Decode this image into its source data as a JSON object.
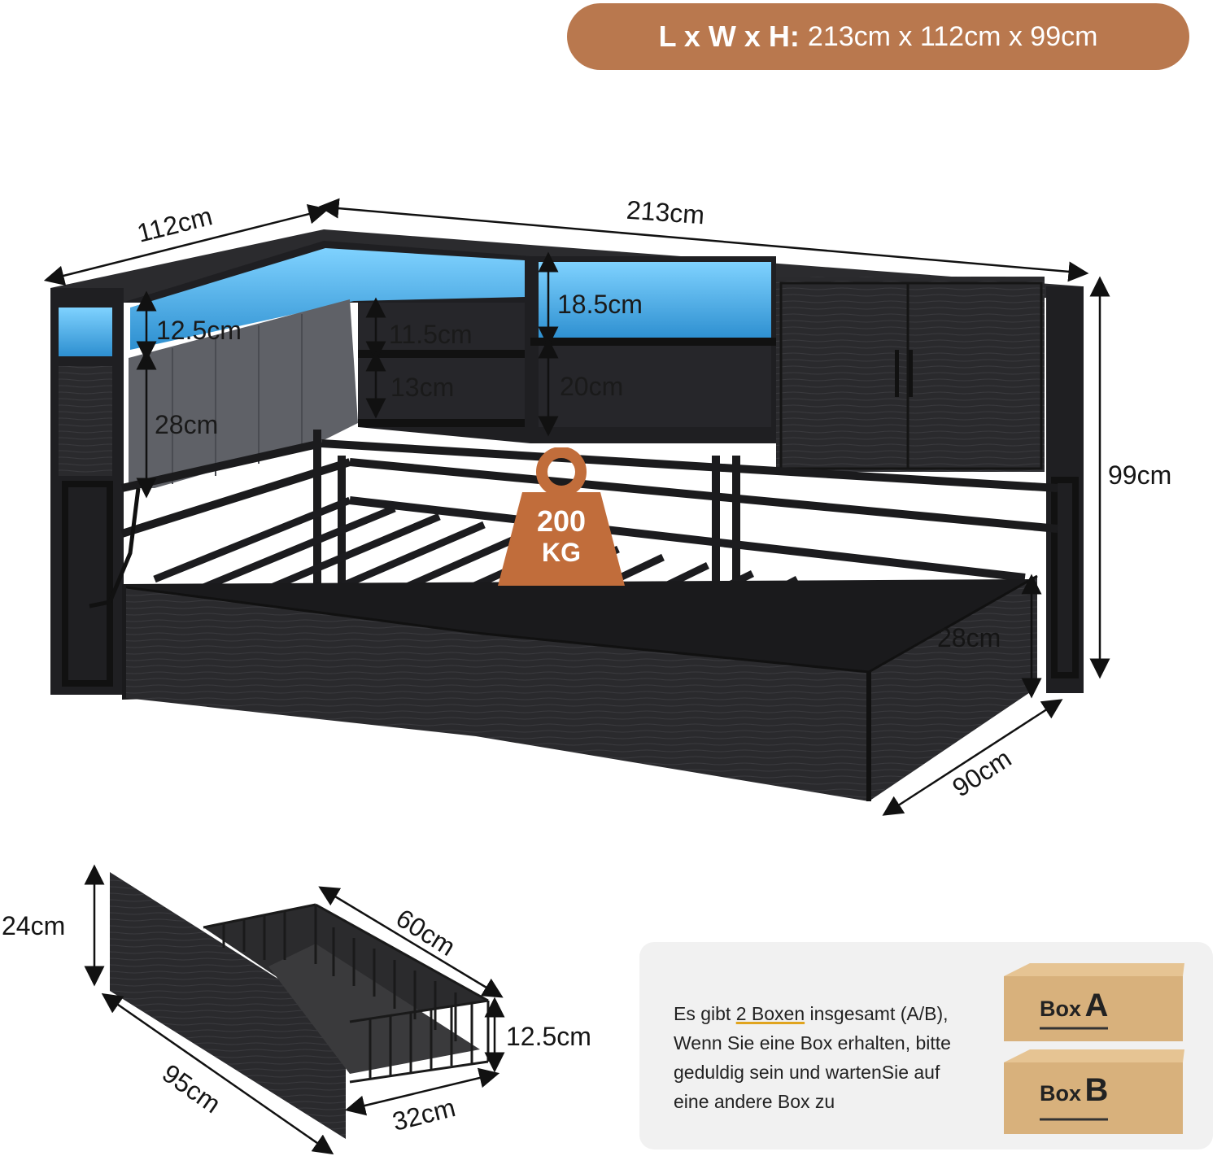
{
  "header": {
    "label": "L x W x H:",
    "value": "213cm x 112cm x 99cm"
  },
  "bed_dimensions": {
    "depth": "112cm",
    "length": "213cm",
    "height": "99cm",
    "drawer_front_width": "90cm",
    "side_height": "28cm",
    "headboard_height": "28cm",
    "top_shelf_height": "12.5cm",
    "small_shelf_upper": "11.5cm",
    "small_shelf_lower": "13cm",
    "upper_shelf": "18.5cm",
    "lower_shelf": "20cm"
  },
  "load": {
    "value": "200",
    "unit": "KG"
  },
  "drawer": {
    "height": "24cm",
    "depth": "60cm",
    "inner_height": "12.5cm",
    "length": "95cm",
    "width": "32cm"
  },
  "info": {
    "line1_pre": "Es gibt",
    "line1_u": "2 Boxen",
    "line1_post": "insgesamt (A/B),",
    "line2": "Wenn Sie eine Box erhalten, bitte",
    "line3": "geduldig sein und wartenSie auf",
    "line4": "eine andere Box zu"
  },
  "boxes": [
    {
      "word": "Box",
      "letter": "A"
    },
    {
      "word": "Box",
      "letter": "B"
    }
  ],
  "colors": {
    "pill": "#b9784e",
    "weight": "#c16d3b",
    "frame": "#1f1f22",
    "led": "#3aa9e6",
    "box": "#d8b17c"
  }
}
